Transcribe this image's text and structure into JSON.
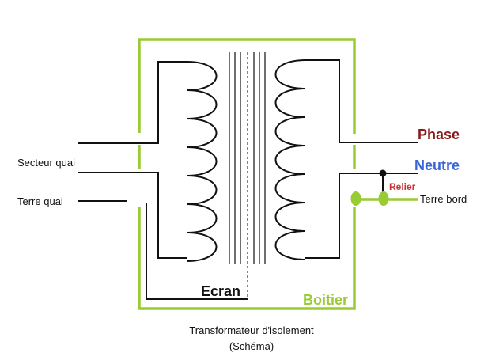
{
  "labels": {
    "secteur": "Secteur quai",
    "terre_quai": "Terre quai",
    "phase": "Phase",
    "neutre": "Neutre",
    "relier": "Relier",
    "terre_bord": "Terre bord",
    "ecran": "Ecran",
    "boitier": "Boitier",
    "caption_line1": "Transformateur d'isolement",
    "caption_line2": "(Schéma)"
  },
  "colors": {
    "boitier_green": "#99cc33",
    "phase_red": "#8b1a1a",
    "neutre_blue": "#3a64d8",
    "relier_red": "#cc3333",
    "wire": "#111111"
  },
  "winding": {
    "primary_loops": 7,
    "secondary_loops": 7
  }
}
